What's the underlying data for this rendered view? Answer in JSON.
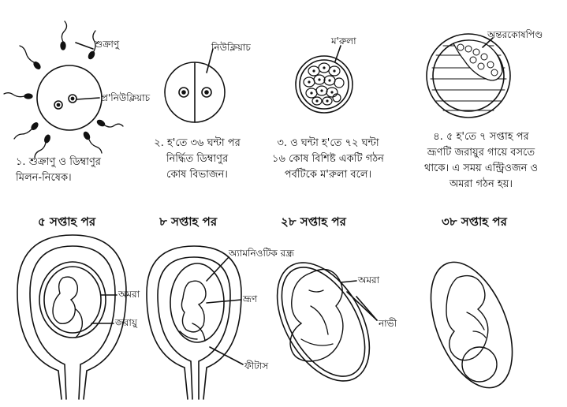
{
  "stages": [
    {
      "caption_lines": [
        "১. শুক্রাণু ও ডিম্বাণুর",
        "মিলন-নিষেক।"
      ],
      "labels": {
        "sperm": "শুক্রাণু",
        "pronucleus": "প্র'নিউক্লিয়াচ"
      }
    },
    {
      "caption_lines": [
        "২. হ'তে ৩৬ ঘন্টা পর",
        "নির্দ্ধিত ডিম্বাণুর",
        "কোষ বিভাজন।"
      ],
      "labels": {
        "nucleus": "নিউক্লিয়াচ"
      }
    },
    {
      "caption_lines": [
        "৩. ও ঘন্টা হ'তে ৭২ ঘন্টা",
        "১৬ কোষ বিশিষ্ট একটি গঠন",
        "পর্বটিকে ম'রুলা বলে।"
      ],
      "labels": {
        "morula": "ম'রুলা"
      }
    },
    {
      "caption_lines": [
        "৪. ৫ হ'তে ৭ সপ্তাহ পর",
        "ভ্রূণটি জরায়ুর গায়ে বসতে",
        "থাকে। এ সময় এন্ট্রিওজন ও",
        "অমরা গঠন হয়।"
      ],
      "labels": {
        "inner_cell_mass": "অন্তরকোষপিণ্ড"
      }
    }
  ],
  "weeks": [
    {
      "heading": "৫ সপ্তাহ পর",
      "labels": {
        "amnion": "অমরা",
        "uterus": "জরায়ু"
      }
    },
    {
      "heading": "৮ সপ্তাহ পর",
      "labels": {
        "amniotic_cavity": "অ্যামনিওটিক রন্ধ্র",
        "embryo": "ভ্রূণ",
        "fetus": "ফীটাস"
      }
    },
    {
      "heading": "২৮ সপ্তাহ পর",
      "labels": {
        "amnion": "অমরা",
        "cord": "নাভী"
      }
    },
    {
      "heading": "৩৮ সপ্তাহ পর",
      "labels": {}
    }
  ]
}
